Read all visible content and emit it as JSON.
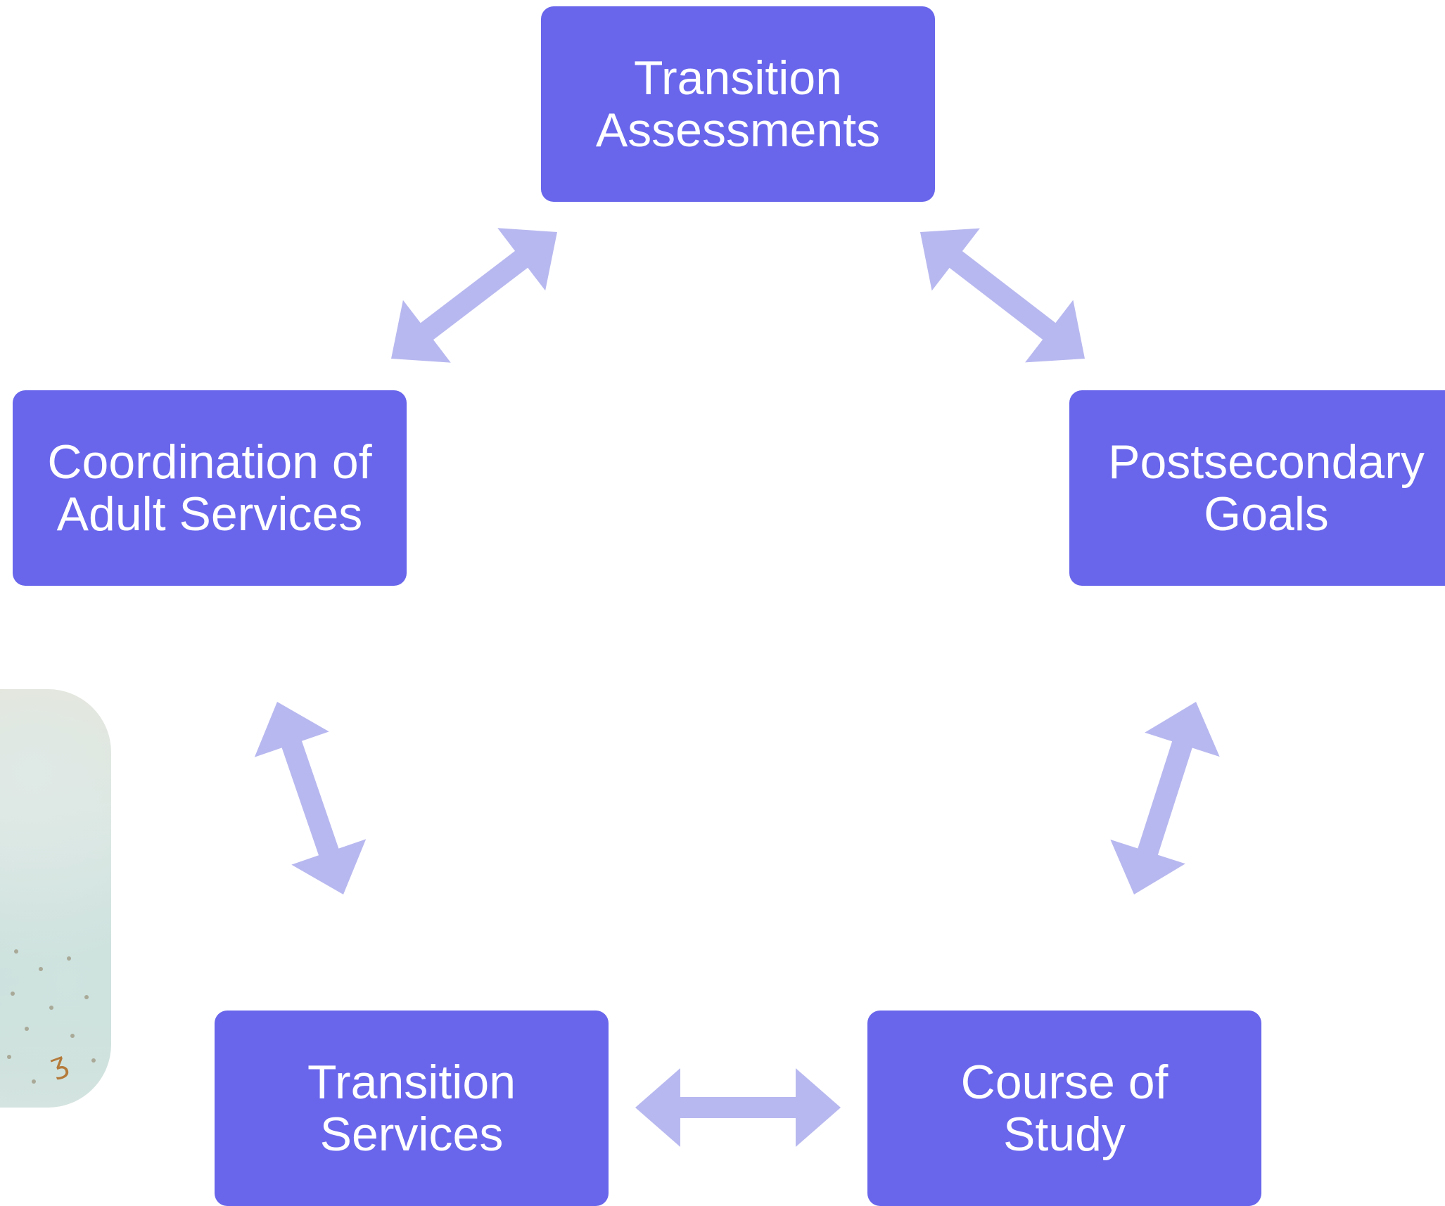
{
  "diagram": {
    "nodes": [
      {
        "id": "transition-assessments",
        "label": "Transition\nAssessments"
      },
      {
        "id": "postsecondary-goals",
        "label": "Postsecondary\nGoals"
      },
      {
        "id": "course-of-study",
        "label": "Course of\nStudy"
      },
      {
        "id": "transition-services",
        "label": "Transition\nServices"
      },
      {
        "id": "coordination-adult-services",
        "label": "Coordination of\nAdult Services"
      }
    ],
    "edges": [
      {
        "from": "transition-assessments",
        "to": "postsecondary-goals",
        "bidirectional": true
      },
      {
        "from": "postsecondary-goals",
        "to": "course-of-study",
        "bidirectional": true
      },
      {
        "from": "course-of-study",
        "to": "transition-services",
        "bidirectional": true
      },
      {
        "from": "transition-services",
        "to": "coordination-adult-services",
        "bidirectional": true
      },
      {
        "from": "coordination-adult-services",
        "to": "transition-assessments",
        "bidirectional": true
      }
    ],
    "colors": {
      "node_fill": "#6966eb",
      "node_text": "#ffffff",
      "arrow_fill": "#b8b8f0"
    }
  }
}
